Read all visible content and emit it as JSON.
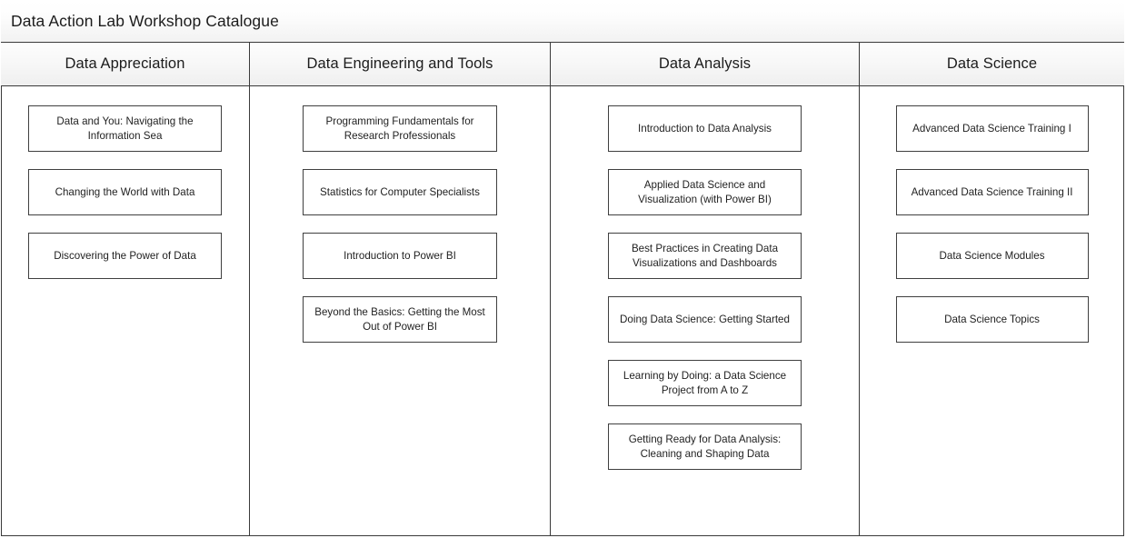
{
  "title": "Data Action Lab Workshop Catalogue",
  "columns": [
    {
      "header": "Data Appreciation",
      "items": [
        "Data and You: Navigating the Information Sea",
        "Changing the World with Data",
        "Discovering the Power of Data"
      ]
    },
    {
      "header": "Data Engineering and Tools",
      "items": [
        "Programming Fundamentals for Research Professionals",
        "Statistics for Computer Specialists",
        "Introduction to Power BI",
        "Beyond the Basics: Getting the Most Out of Power BI"
      ]
    },
    {
      "header": "Data Analysis",
      "items": [
        "Introduction to Data Analysis",
        "Applied Data Science and Visualization (with Power BI)",
        "Best Practices in Creating Data Visualizations and Dashboards",
        "Doing Data Science: Getting Started",
        "Learning by Doing: a Data Science Project from A to Z",
        "Getting Ready for Data Analysis: Cleaning and Shaping Data"
      ]
    },
    {
      "header": "Data Science",
      "items": [
        "Advanced Data Science Training I",
        "Advanced Data Science Training II",
        "Data Science Modules",
        "Data Science Topics"
      ]
    }
  ],
  "colors": {
    "border": "#3a3a3a",
    "card_border": "#3f3f3f",
    "text": "#1c1c1c",
    "background": "#ffffff"
  }
}
